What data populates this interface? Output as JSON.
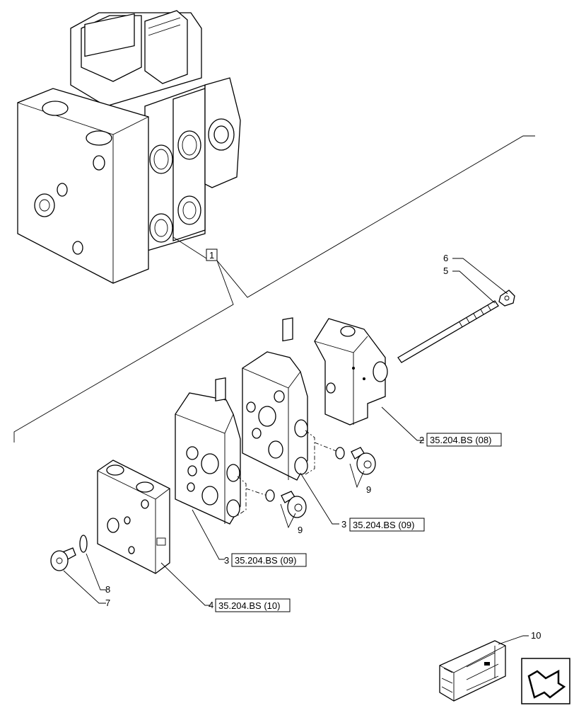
{
  "callouts": {
    "c1": "1",
    "c2_num": "2",
    "c2_ref": "35.204.BS (08)",
    "c3a_num": "3",
    "c3a_ref": "35.204.BS (09)",
    "c3b_num": "3",
    "c3b_ref": "35.204.BS (09)",
    "c4_num": "4",
    "c4_ref": "35.204.BS (10)",
    "c5": "5",
    "c6": "6",
    "c7": "7",
    "c8": "8",
    "c9a": "9",
    "c9b": "9",
    "c10": "10"
  }
}
